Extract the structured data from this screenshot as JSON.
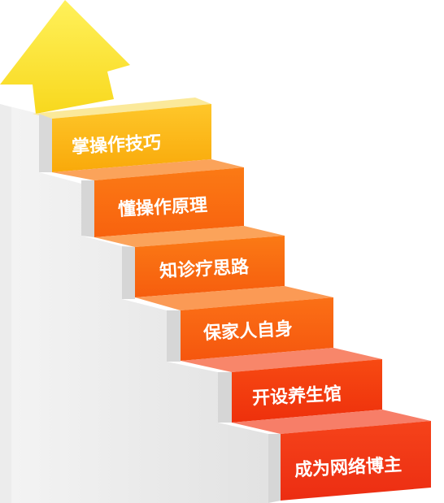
{
  "diagram": {
    "type": "staircase",
    "steps": [
      {
        "label": "掌操作技巧",
        "color": "#fbb90f"
      },
      {
        "label": "懂操作原理",
        "color": "#fa6d11"
      },
      {
        "label": "知诊疗思路",
        "color": "#fa6d11"
      },
      {
        "label": "保家人自身",
        "color": "#fa6d11"
      },
      {
        "label": "开设养生馆",
        "color": "#f2350f"
      },
      {
        "label": "成为网络博主",
        "color": "#f2350f"
      }
    ],
    "arrow": {
      "direction": "up",
      "color": "#fff04a"
    }
  }
}
